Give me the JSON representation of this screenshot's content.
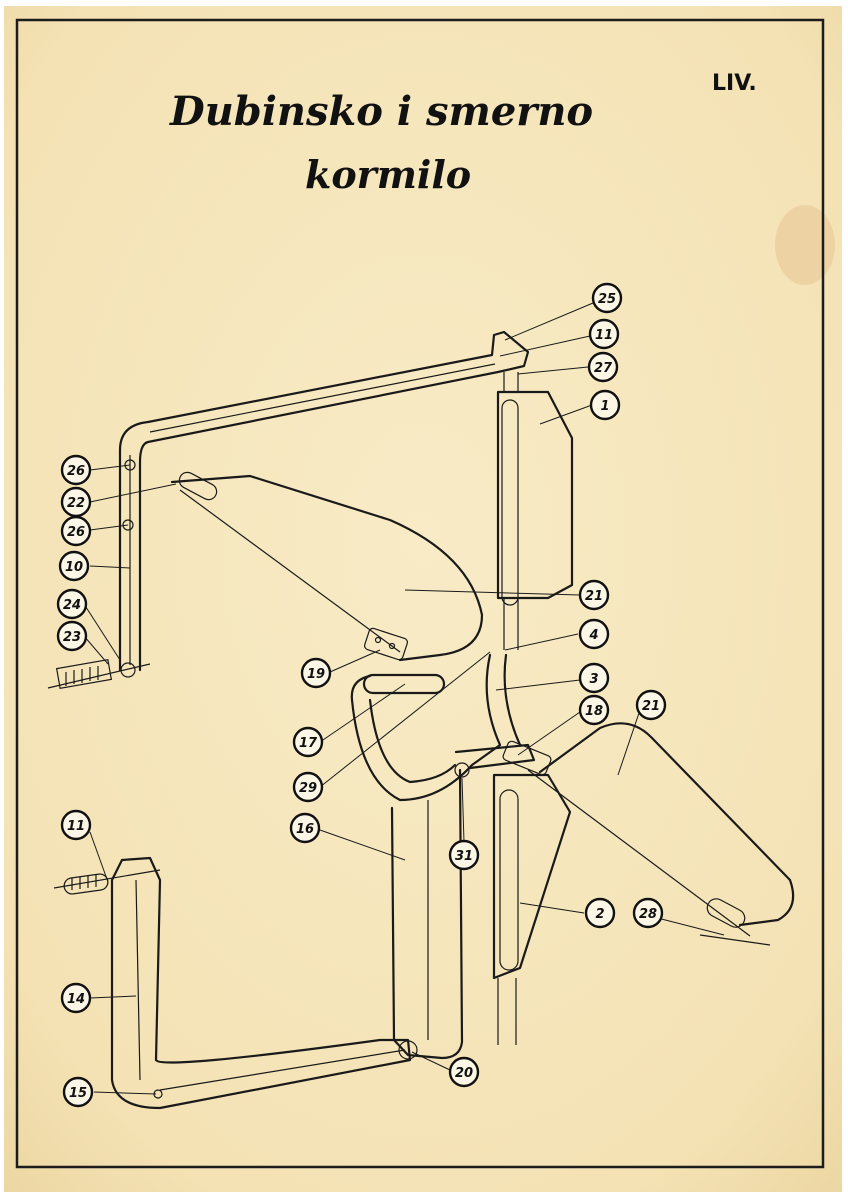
{
  "title": {
    "line1": "Dubinsko i smerno",
    "line2": "kormilo"
  },
  "plate_number": "LIV.",
  "colors": {
    "paper": "#f6e6bd",
    "border": "#1c1c1c",
    "ink": "#1a1a1a"
  },
  "callouts": [
    {
      "id": "c25a",
      "label": "25"
    },
    {
      "id": "c11a",
      "label": "11"
    },
    {
      "id": "c27",
      "label": "27"
    },
    {
      "id": "c1",
      "label": "1"
    },
    {
      "id": "c26a",
      "label": "26"
    },
    {
      "id": "c22",
      "label": "22"
    },
    {
      "id": "c26b",
      "label": "26"
    },
    {
      "id": "c10",
      "label": "10"
    },
    {
      "id": "c24",
      "label": "24"
    },
    {
      "id": "c23",
      "label": "23"
    },
    {
      "id": "c21a",
      "label": "21"
    },
    {
      "id": "c4",
      "label": "4"
    },
    {
      "id": "c19",
      "label": "19"
    },
    {
      "id": "c3",
      "label": "3"
    },
    {
      "id": "c18",
      "label": "18"
    },
    {
      "id": "c21b",
      "label": "21"
    },
    {
      "id": "c17",
      "label": "17"
    },
    {
      "id": "c29",
      "label": "29"
    },
    {
      "id": "c16",
      "label": "16"
    },
    {
      "id": "c31",
      "label": "31"
    },
    {
      "id": "c11b",
      "label": "11"
    },
    {
      "id": "c2",
      "label": "2"
    },
    {
      "id": "c28",
      "label": "28"
    },
    {
      "id": "c14",
      "label": "14"
    },
    {
      "id": "c20",
      "label": "20"
    },
    {
      "id": "c15",
      "label": "15"
    }
  ]
}
